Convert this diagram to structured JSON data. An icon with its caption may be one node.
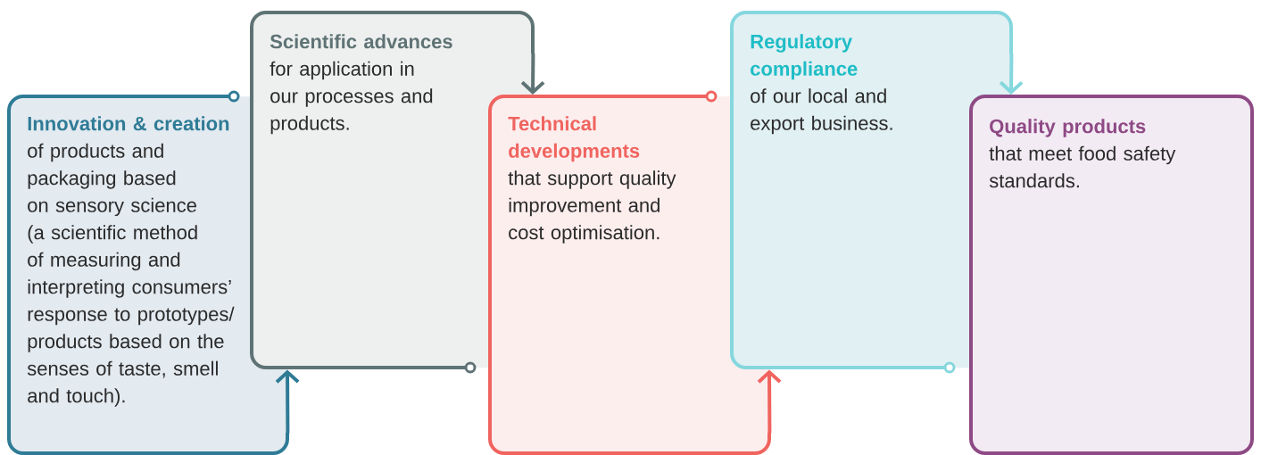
{
  "diagram": {
    "nodes": [
      {
        "text": [
          "Innovation & creation",
          "of products and packaging based on sensory science (a scientific method of measuring and interpreting consumers’ response to prototypes/ products based on the senses of taste, smell and touch)."
        ]
      },
      {
        "text": [
          "Scientific advances",
          "for application in our processes and products."
        ]
      },
      {
        "text": [
          "Technical developments",
          "that support quality improvement and cost optimisation."
        ]
      },
      {
        "text": [
          "Regulatory compliance",
          "of our local and export business."
        ]
      },
      {
        "text": [
          "Quality products",
          "that meet food safety standards."
        ]
      }
    ],
    "edges": [
      {
        "from": 0,
        "to": 1,
        "arrow": "to",
        "color": "#2f7b96"
      },
      {
        "from": 1,
        "to": 2,
        "arrow": "to",
        "color": "#5f7375"
      },
      {
        "from": 2,
        "to": 3,
        "arrow": "to",
        "color": "#f0645f"
      },
      {
        "from": 3,
        "to": 4,
        "arrow": "to",
        "color": "#85d7de"
      }
    ]
  }
}
